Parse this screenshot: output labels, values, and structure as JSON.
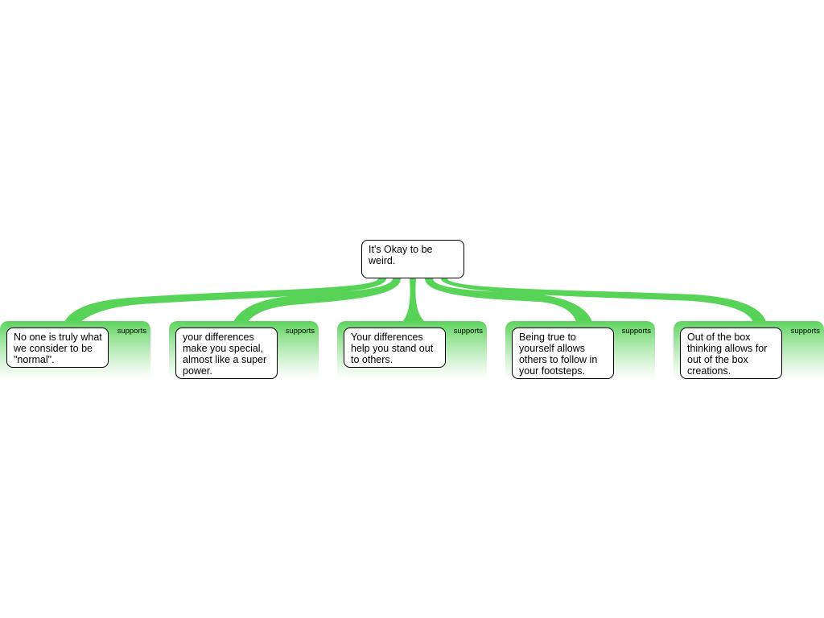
{
  "root": {
    "text": "It's Okay to be weird."
  },
  "connector_color": "#57d457",
  "panel_color": "#5ed35e",
  "children": [
    {
      "label": "supports",
      "text": "No one is truly what we consider to be \"normal\"."
    },
    {
      "label": "supports",
      "text": "your differences make you special, almost like a super power."
    },
    {
      "label": "supports",
      "text": "Your differences help you stand out to others."
    },
    {
      "label": "supports",
      "text": "Being true to yourself allows others to follow in your footsteps."
    },
    {
      "label": "supports",
      "text": "Out of the box thinking allows for out of the box creations."
    }
  ]
}
